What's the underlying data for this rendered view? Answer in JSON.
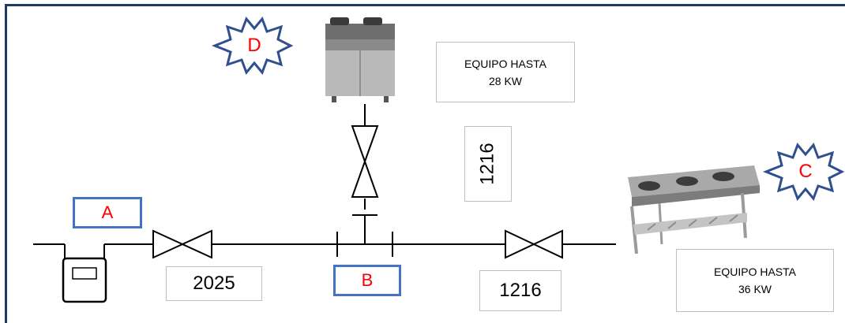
{
  "labels": {
    "a": "A",
    "b": "B",
    "c": "C",
    "d": "D"
  },
  "equipment": {
    "top": "EQUIPO HASTA\n28 KW",
    "right": "EQUIPO HASTA\n36 KW"
  },
  "dimensions": {
    "segment_left": "2025",
    "segment_right": "1216",
    "segment_vertical": "1216"
  },
  "colors": {
    "frame": "#1f3864",
    "label_box": "#4472c4",
    "label_text": "#ff0000",
    "star": "#2f4f8f"
  }
}
